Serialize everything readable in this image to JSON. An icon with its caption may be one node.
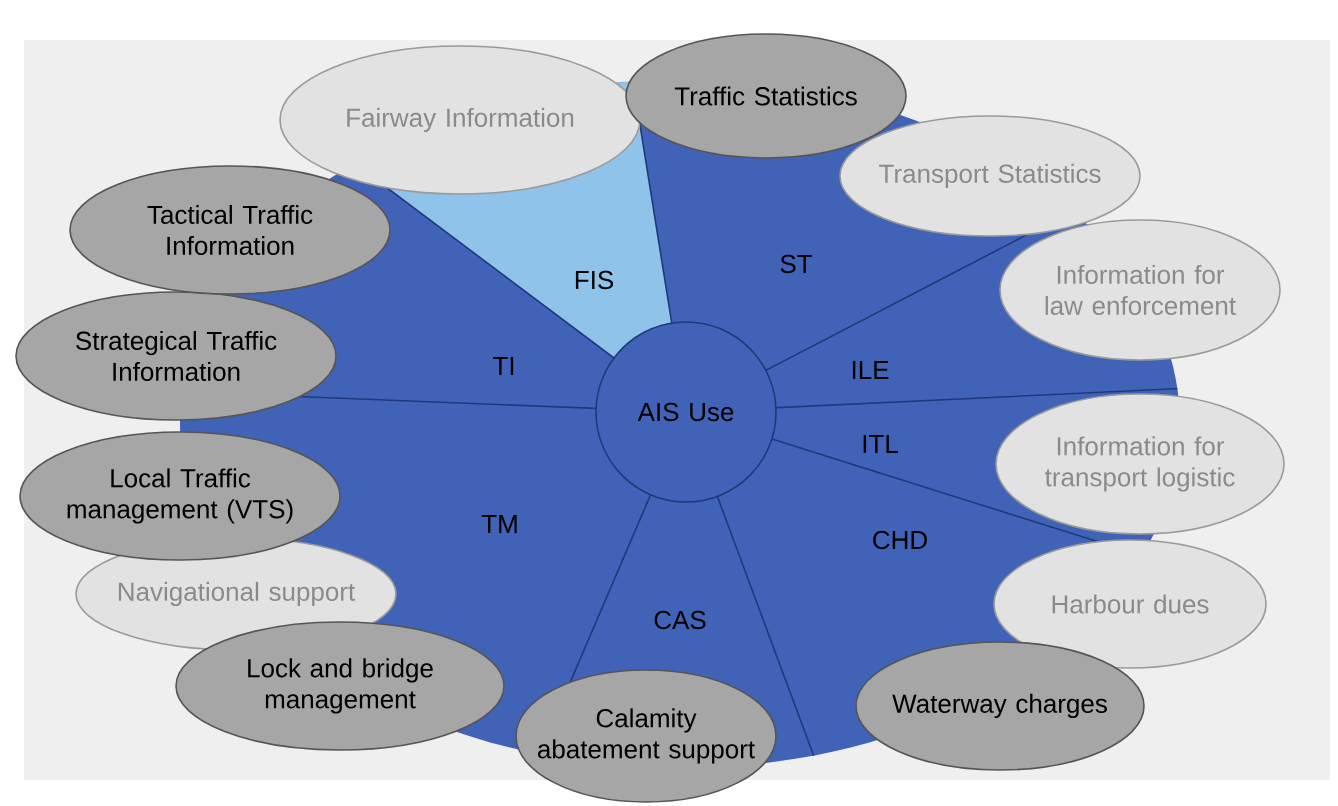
{
  "diagram": {
    "nodes": [
      {
        "text": [
          "AIS Use"
        ]
      },
      {
        "text": [
          "Fairway Information"
        ]
      },
      {
        "text": [
          "Traffic Statistics"
        ]
      },
      {
        "text": [
          "Transport Statistics"
        ]
      },
      {
        "text": [
          "Information for law enforcement"
        ]
      },
      {
        "text": [
          "Information for transport logistic"
        ]
      },
      {
        "text": [
          "Harbour dues"
        ]
      },
      {
        "text": [
          "Waterway charges"
        ]
      },
      {
        "text": [
          "Calamity abatement support"
        ]
      },
      {
        "text": [
          "Lock and bridge management"
        ]
      },
      {
        "text": [
          "Navigational support"
        ]
      },
      {
        "text": [
          "Local Traffic management (VTS)"
        ]
      },
      {
        "text": [
          "Strategical Traffic Information"
        ]
      },
      {
        "text": [
          "Tactical Traffic Information"
        ]
      }
    ],
    "labels": [
      "FIS",
      "ST",
      "TI",
      "ILE",
      "ITL",
      "CHD",
      "TM",
      "CAS"
    ]
  }
}
